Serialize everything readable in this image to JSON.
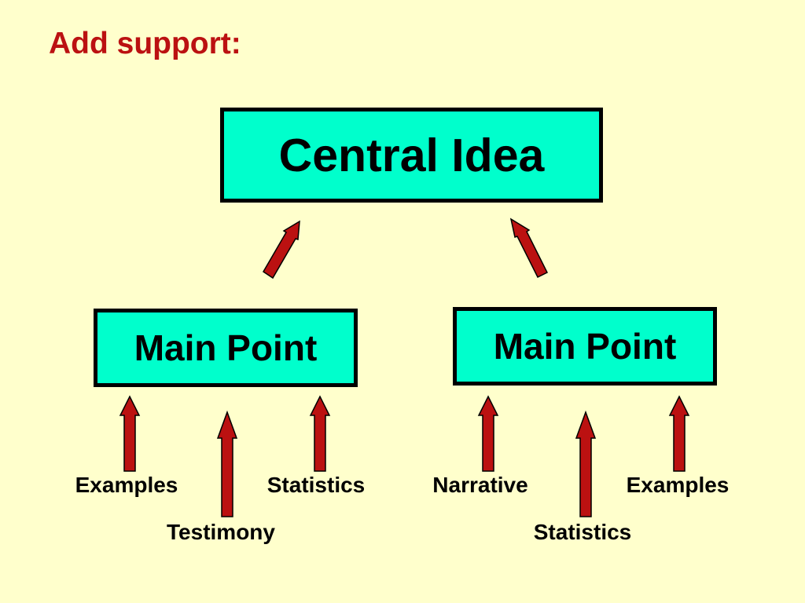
{
  "slide": {
    "title": "Add support:",
    "colors": {
      "background": "#FFFFCC",
      "title": "#BB1111",
      "box_fill": "#00FFCC",
      "arrow_fill": "#BB1111"
    }
  },
  "diagram": {
    "central_idea": "Central Idea",
    "main_points": [
      {
        "label": "Main Point"
      },
      {
        "label": "Main Point"
      }
    ],
    "supports": [
      {
        "label": "Examples"
      },
      {
        "label": "Testimony"
      },
      {
        "label": "Statistics"
      },
      {
        "label": "Narrative"
      },
      {
        "label": "Statistics"
      },
      {
        "label": "Examples"
      }
    ]
  }
}
